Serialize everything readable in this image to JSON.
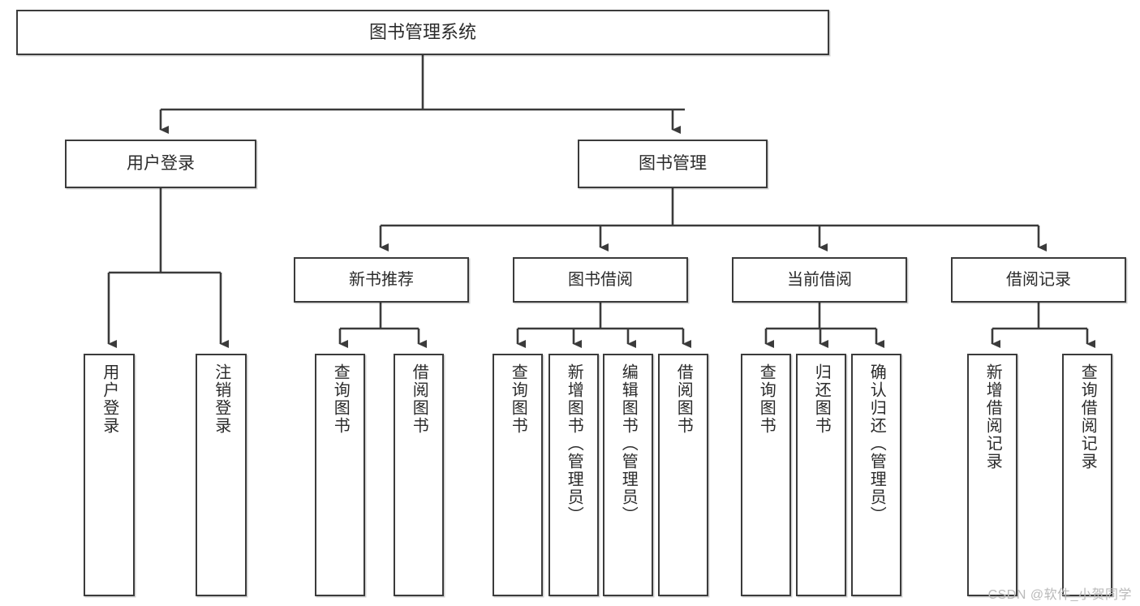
{
  "diagram": {
    "type": "tree-hierarchy",
    "title": "图书管理系统",
    "stroke_color": "#3b3b3b",
    "fill_color": "#ffffff",
    "text_color": "#2b2b2b",
    "watermark": "CSDN @软件_小贺同学",
    "nodes": {
      "root": {
        "label": "图书管理系统"
      },
      "level2": [
        {
          "id": "user-login",
          "label": "用户登录"
        },
        {
          "id": "book-management",
          "label": "图书管理"
        }
      ],
      "level3": [
        {
          "id": "new-book-recommend",
          "label": "新书推荐",
          "parent": "book-management"
        },
        {
          "id": "book-borrow",
          "label": "图书借阅",
          "parent": "book-management"
        },
        {
          "id": "current-borrow",
          "label": "当前借阅",
          "parent": "book-management"
        },
        {
          "id": "borrow-record",
          "label": "借阅记录",
          "parent": "book-management"
        }
      ],
      "leaves": [
        {
          "id": "leaf-user-login",
          "label": "用户登录",
          "parent": "user-login"
        },
        {
          "id": "leaf-logout",
          "label": "注销登录",
          "parent": "user-login"
        },
        {
          "id": "leaf-query-book-1",
          "label": "查询图书",
          "parent": "new-book-recommend"
        },
        {
          "id": "leaf-borrow-book-1",
          "label": "借阅图书",
          "parent": "new-book-recommend"
        },
        {
          "id": "leaf-query-book-2",
          "label": "查询图书",
          "parent": "book-borrow"
        },
        {
          "id": "leaf-add-book",
          "label": "新增图书（管理员）",
          "parent": "book-borrow"
        },
        {
          "id": "leaf-edit-book",
          "label": "编辑图书（管理员）",
          "parent": "book-borrow"
        },
        {
          "id": "leaf-borrow-book-2",
          "label": "借阅图书",
          "parent": "book-borrow"
        },
        {
          "id": "leaf-query-book-3",
          "label": "查询图书",
          "parent": "current-borrow"
        },
        {
          "id": "leaf-return-book",
          "label": "归还图书",
          "parent": "current-borrow"
        },
        {
          "id": "leaf-confirm-return",
          "label": "确认归还（管理员）",
          "parent": "current-borrow"
        },
        {
          "id": "leaf-add-record",
          "label": "新增借阅记录",
          "parent": "borrow-record"
        },
        {
          "id": "leaf-query-record",
          "label": "查询借阅记录",
          "parent": "borrow-record"
        }
      ]
    }
  }
}
